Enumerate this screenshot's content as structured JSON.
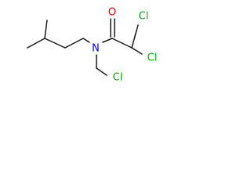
{
  "structure": {
    "atoms": {
      "oxygen": "O",
      "nitrogen": "N",
      "chlorine_upper": "Cl",
      "chlorine_right": "Cl",
      "chlorine_lower": "Cl"
    },
    "colors": {
      "bond": "#1a1a1a",
      "oxygen": "#ff0000",
      "nitrogen": "#0000ff",
      "chlorine": "#00b000"
    }
  }
}
